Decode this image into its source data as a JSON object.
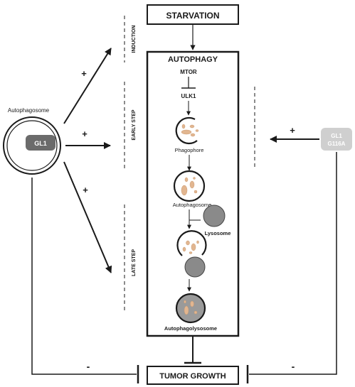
{
  "labels": {
    "starvation": "STARVATION",
    "autophagy": "AUTOPHAGY",
    "mtor": "MTOR",
    "ulk1": "ULK1",
    "phagophore": "Phagophore",
    "autophagosome_stage": "Autophagosome",
    "lysosome": "Lysosome",
    "autophagolysosome": "Autophagolysosome",
    "tumor_growth": "TUMOR GROWTH",
    "left_autophagosome": "Autophagosome",
    "gl1": "GL1",
    "gl1_mutant_line1": "GL1",
    "gl1_mutant_line2": "G116A"
  },
  "steps": {
    "induction": "INDUCTION",
    "early": "EARLY STEP",
    "late": "LATE STEP"
  },
  "signs": {
    "plus": "+",
    "minus": "-"
  },
  "colors": {
    "line": "#1a1a1a",
    "gl1_box": "#6b6b6b",
    "mutant_box": "#cfcfcf",
    "lysosome": "#8a8a8a",
    "cargo": "#e2b690",
    "cargo_stroke": "#c99a72",
    "dark_vesicle": "#9a9a9a"
  }
}
